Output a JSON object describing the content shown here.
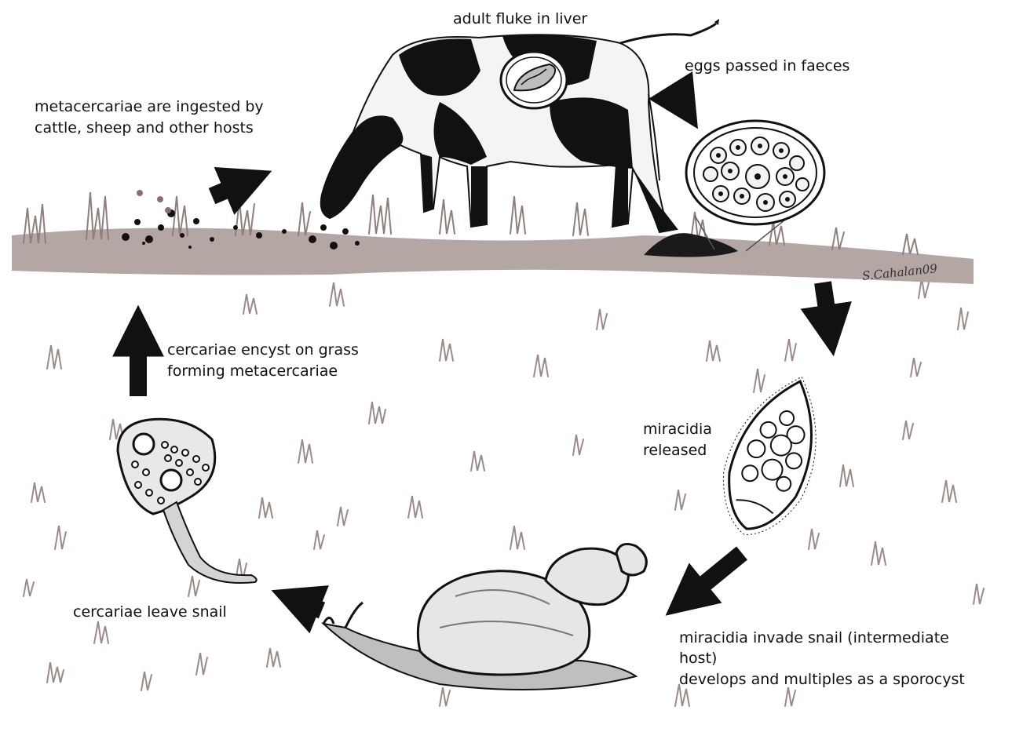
{
  "labels": {
    "adult_fluke": "adult fluke in liver",
    "eggs_passed": "eggs passed in faeces",
    "ingested_line1": "metacercariae are ingested by",
    "ingested_line2": "cattle, sheep and other hosts",
    "encyst_line1": "cercariae encyst on grass",
    "encyst_line2": "forming metacercariae",
    "miracidia_line1": "miracidia",
    "miracidia_line2": "released",
    "invade_line1": "miracidia invade snail (intermediate",
    "invade_line2": "host)",
    "invade_line3": "develops and multiples as a sporocyst",
    "leave_snail": "cercariae leave snail"
  },
  "signature": "S.Cahalan09",
  "colors": {
    "ground": "#b4a6a3",
    "grass": "#8f7f7c",
    "arrow": "#111111",
    "ink": "#111111",
    "snail_shell": "#e3e3e3",
    "snail_body": "#b9b9b9"
  }
}
